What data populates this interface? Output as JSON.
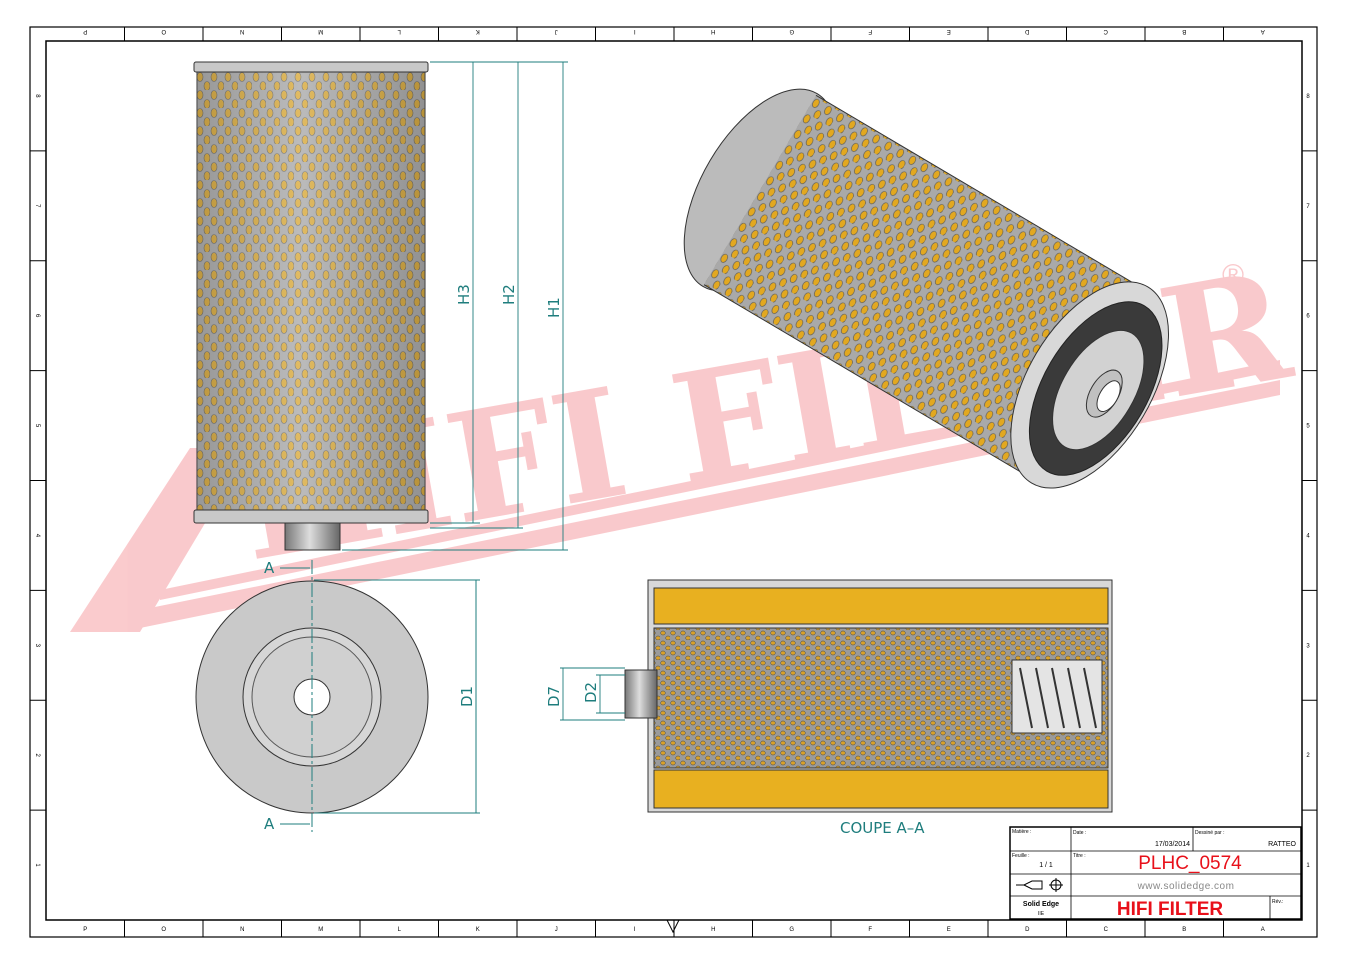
{
  "border": {
    "columns": [
      "P",
      "O",
      "N",
      "M",
      "L",
      "K",
      "J",
      "I",
      "H",
      "G",
      "F",
      "E",
      "D",
      "C",
      "B",
      "A"
    ],
    "rows": [
      "8",
      "7",
      "6",
      "5",
      "4",
      "3",
      "2",
      "1"
    ]
  },
  "watermark": {
    "text": "HIFI FILTER",
    "registered": "®"
  },
  "dimensions": {
    "h1": "H1",
    "h2": "H2",
    "h3": "H3",
    "d1": "D1",
    "d2": "D2",
    "d7": "D7",
    "section_marker": "A"
  },
  "section_label": "COUPE A–A",
  "title_block": {
    "material_label": "Matière :",
    "date_label": "Date :",
    "date": "17/03/2014",
    "drawn_by_label": "Dessiné par :",
    "drawn_by": "RATTEO",
    "sheet_label": "Feuille :",
    "sheet": "1 / 1",
    "title_label": "Titre :",
    "title": "PLHC_0574",
    "website": "www.solidedge.com",
    "software": "Solid Edge",
    "software_sub": "IIE",
    "company": "HIFI FILTER",
    "rev_label": "Rév.:"
  },
  "colors": {
    "accent_red": "#e8101a",
    "dimension": "#1e7d7d",
    "filter_yellow": "#e8b020",
    "metal_gray": "#b8b8b8"
  }
}
